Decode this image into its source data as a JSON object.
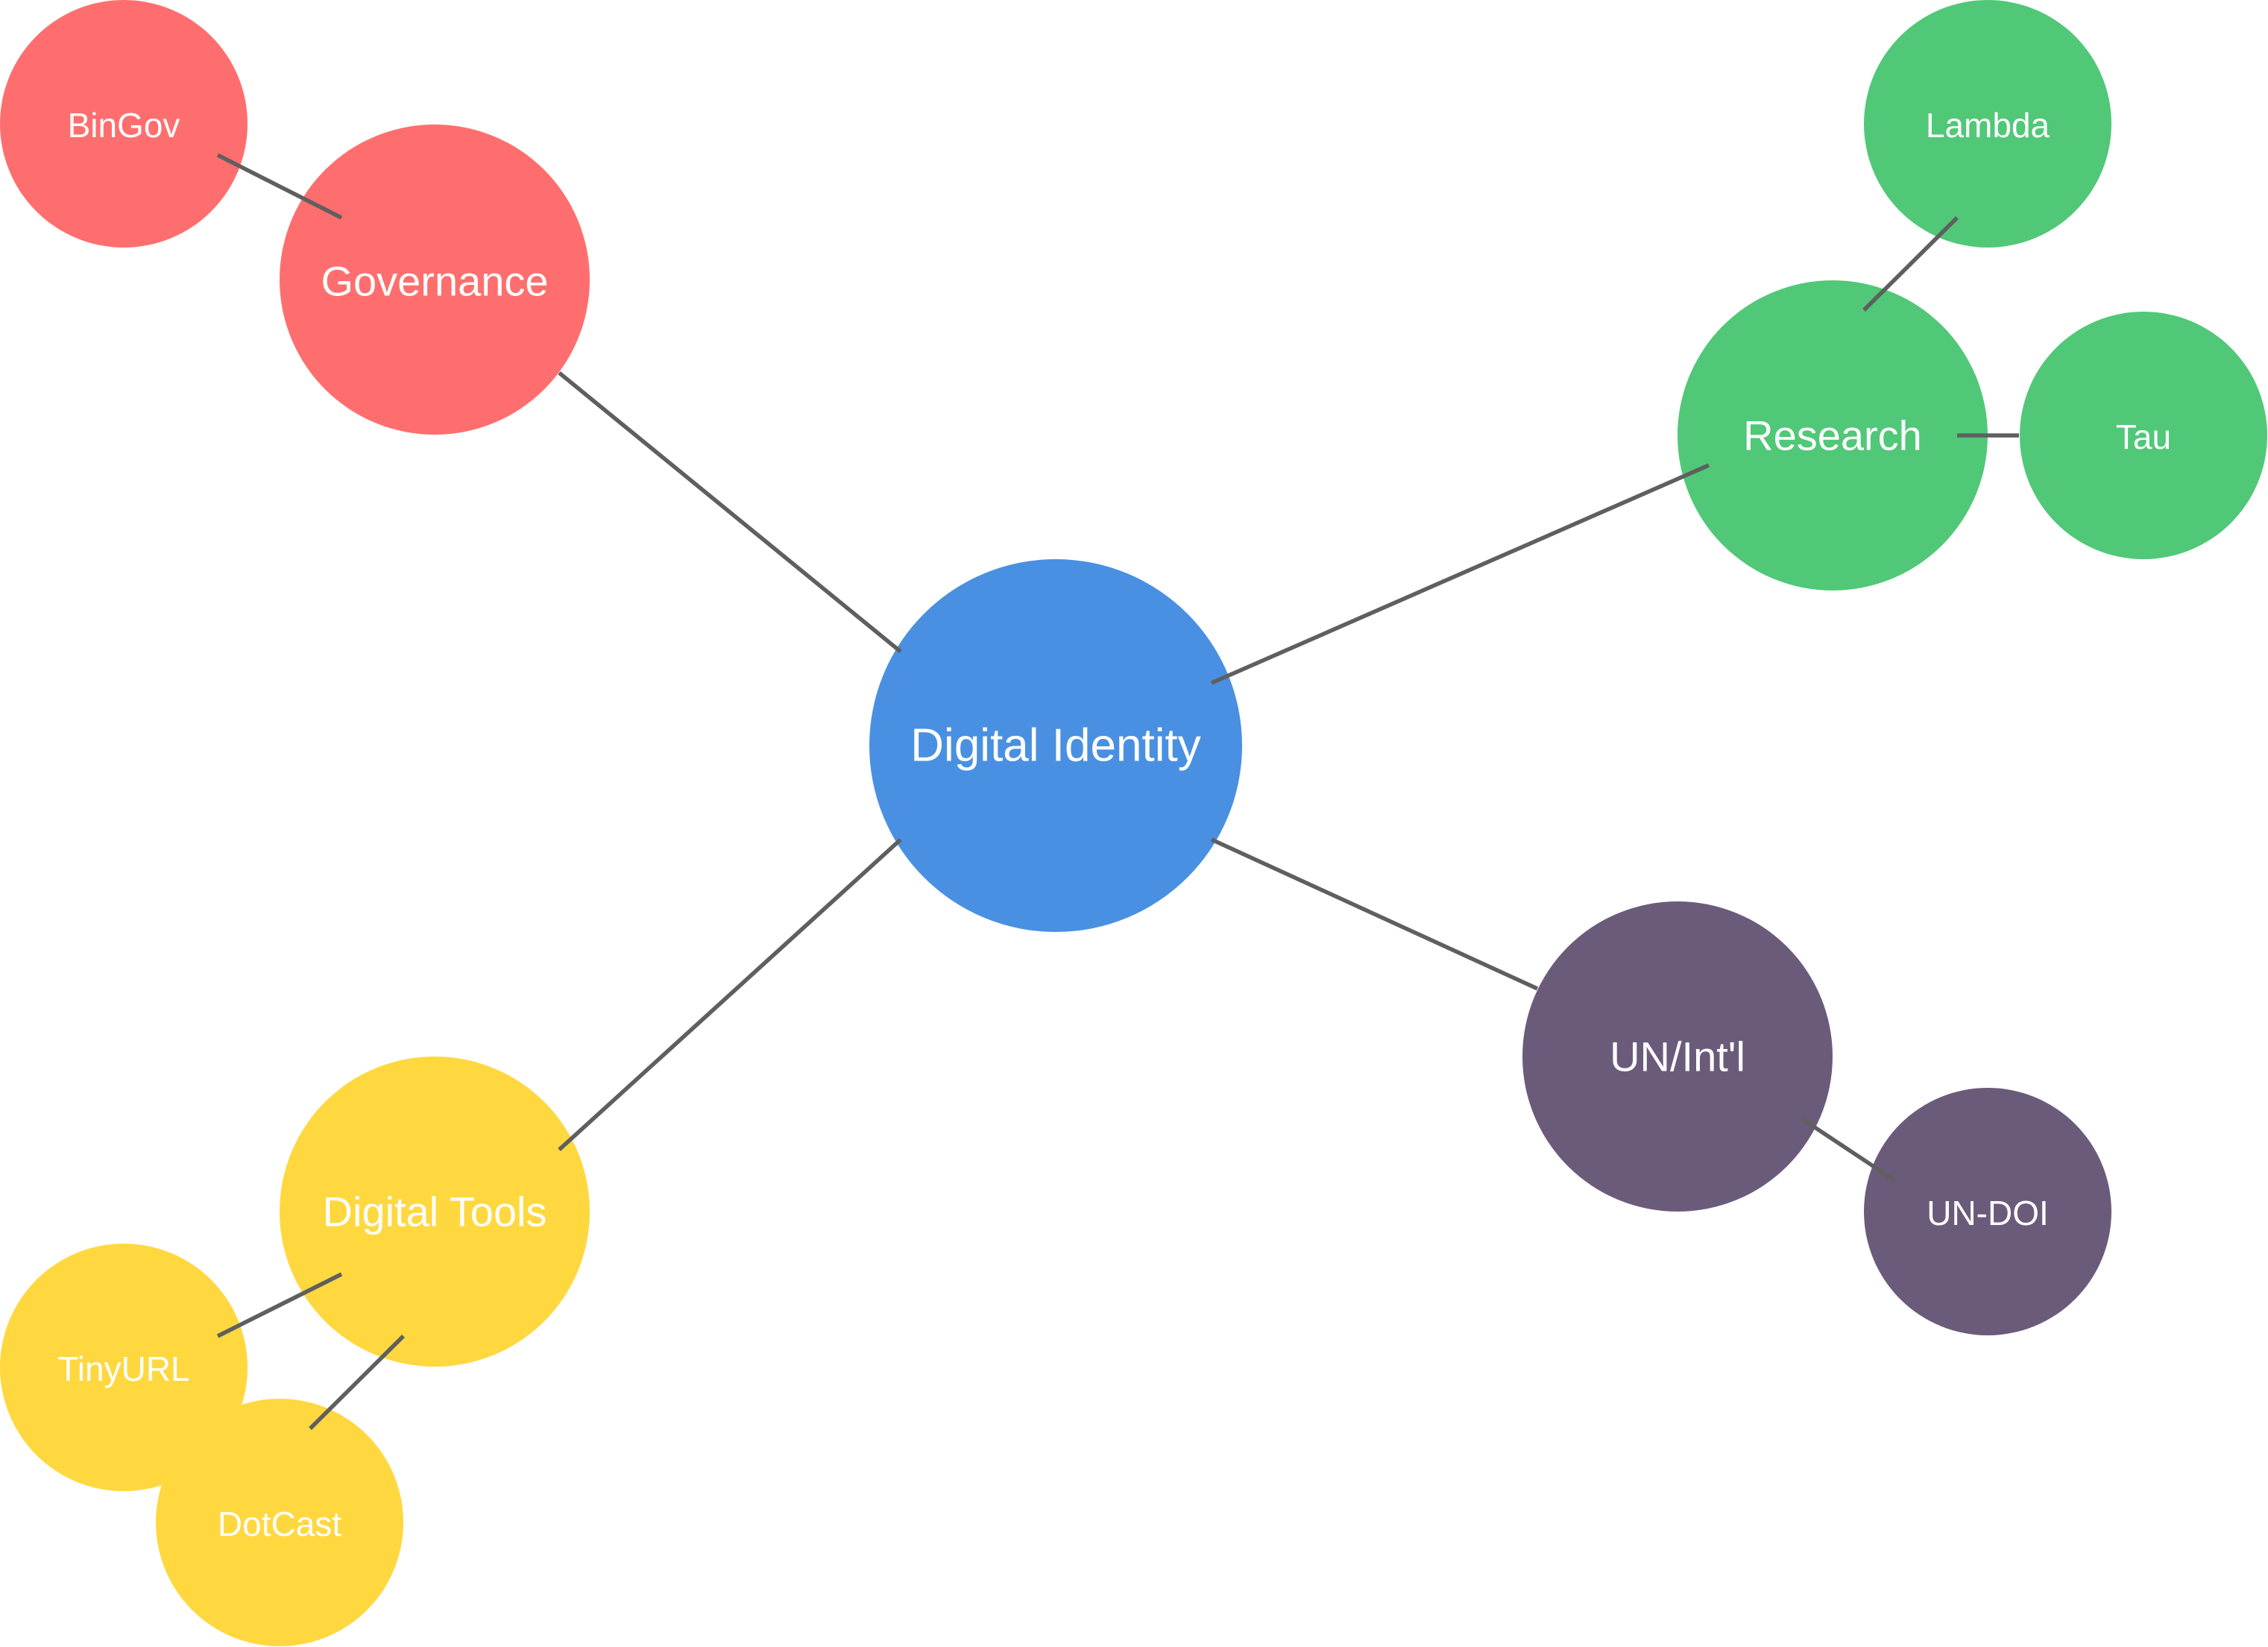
{
  "colors": {
    "center": "#4a90e2",
    "governance": "#ff6e6e",
    "research": "#50c878",
    "tools": "#ffd83f",
    "un": "#6b5b7b",
    "edge": "#5f5f5f",
    "label": "#ffffff"
  },
  "nodes": {
    "center": {
      "label": "Digital Identity"
    },
    "governance": {
      "label": "Governance"
    },
    "bingov": {
      "label": "BinGov"
    },
    "research": {
      "label": "Research"
    },
    "lambda": {
      "label": "Lambda"
    },
    "tau": {
      "label": "Tau"
    },
    "un_intl": {
      "label": "UN/Int'l"
    },
    "un_doi": {
      "label": "UN-DOI"
    },
    "digital_tools": {
      "label": "Digital Tools"
    },
    "tinyurl": {
      "label": "TinyURL"
    },
    "dotcast": {
      "label": "DotCast"
    }
  }
}
